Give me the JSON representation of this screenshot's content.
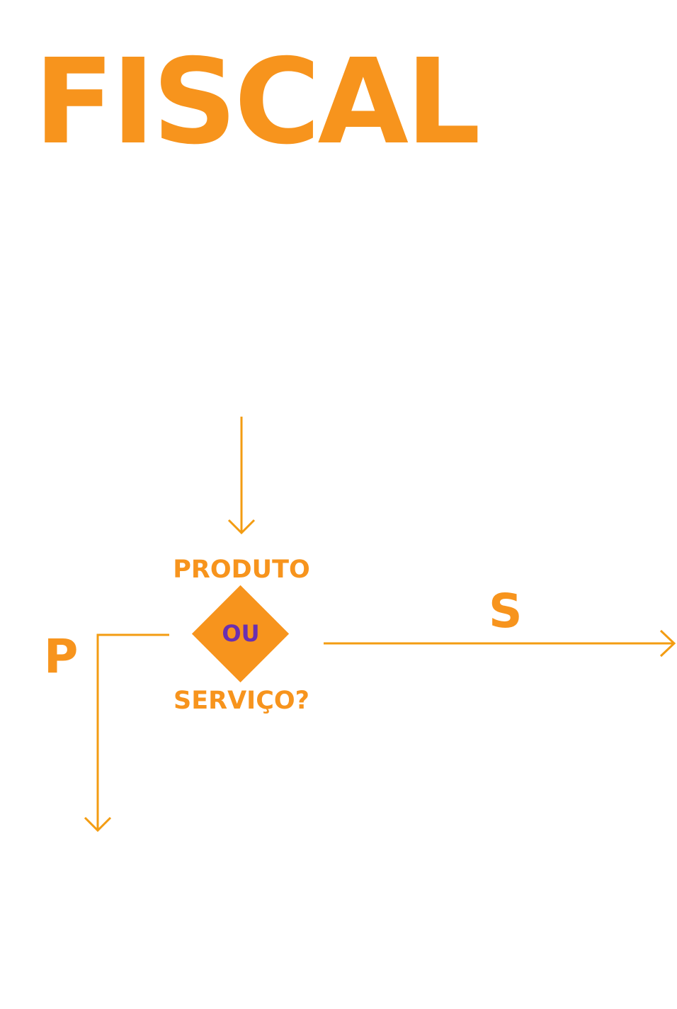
{
  "title": "FISCAL",
  "decision": {
    "top_text": "PRODUTO",
    "center_text": "OU",
    "bottom_text": "SERVIÇO?"
  },
  "branches": {
    "right_label": "S",
    "left_label": "P"
  },
  "colors": {
    "accent": "#F7941D",
    "line": "#F39C12",
    "center_text": "#6A2FB0",
    "background": "#FFFFFF"
  }
}
